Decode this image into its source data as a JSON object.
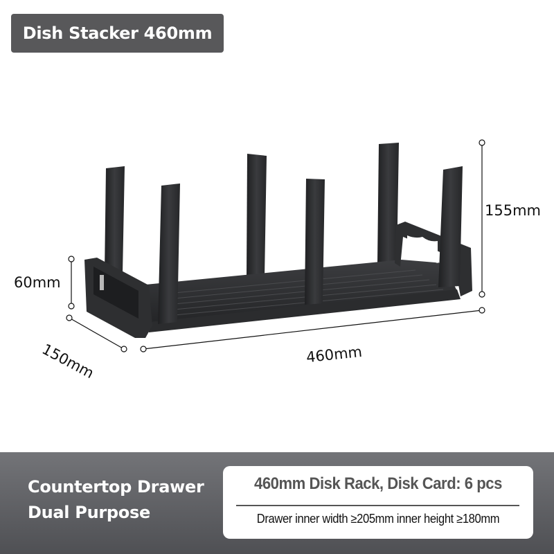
{
  "header": {
    "title": "Dish Stacker 460mm"
  },
  "dimensions": {
    "height_total": "155mm",
    "height_end": "60mm",
    "depth": "150mm",
    "length": "460mm"
  },
  "footer": {
    "feature_line1": "Countertop Drawer",
    "feature_line2": "Dual Purpose",
    "spec_title": "460mm Disk Rack, Disk Card: 6 pcs",
    "spec_detail": "Drawer inner width ≥205mm inner height ≥180mm"
  },
  "colors": {
    "badge_bg": "#58585a",
    "bar_top": "#737478",
    "bar_bottom": "#4f5054",
    "product": "#2e2f31"
  }
}
